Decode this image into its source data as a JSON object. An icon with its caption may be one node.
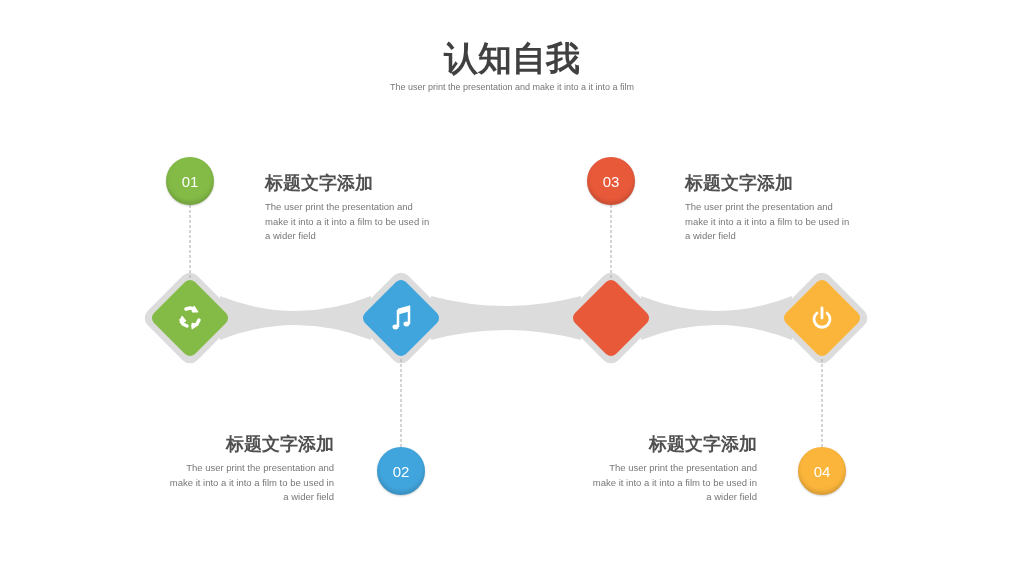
{
  "diagram": {
    "title": "认知自我",
    "nodes": [
      {
        "text": [
          "01"
        ]
      },
      {
        "text": [
          "03"
        ]
      },
      {
        "text": [],
        "shape": "diamond"
      },
      {
        "text": [],
        "shape": "diamond"
      },
      {
        "text": [],
        "shape": "diamond"
      },
      {
        "text": [],
        "shape": "diamond"
      },
      {
        "text": [
          "02"
        ]
      },
      {
        "text": [
          "04"
        ]
      }
    ],
    "edges": [
      {
        "from": 0,
        "to": 2,
        "arrow": "none",
        "style": "dashed"
      },
      {
        "from": 1,
        "to": 4,
        "arrow": "none",
        "style": "dashed"
      },
      {
        "from": 6,
        "to": 3,
        "arrow": "none",
        "style": "dashed"
      },
      {
        "from": 7,
        "to": 5,
        "arrow": "none",
        "style": "dashed"
      }
    ],
    "labels": [
      "The user print the presentation and make it into a it into a film",
      "标题文字添加",
      "The user print the presentation and make it into a it into a film to be used in a wider field",
      "标题文字添加",
      "The user print the presentation and make it into a it into a film to be used in a wider field",
      "标题文字添加",
      "The user print the presentation and make it into a it into a film to be used in a wider field",
      "标题文字添加",
      "The user print the presentation and make it into a it into a film to be used in a wider field"
    ]
  }
}
